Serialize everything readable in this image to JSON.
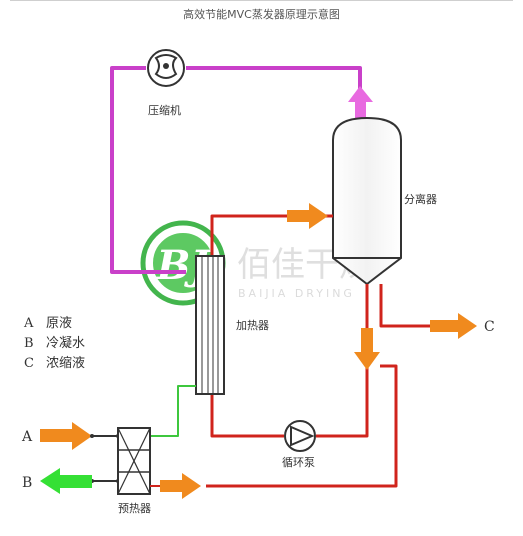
{
  "title": "高效节能MVC蒸发器原理示意图",
  "labels": {
    "compressor": "压缩机",
    "separator": "分离器",
    "heater": "加热器",
    "pump": "循环泵",
    "preheater": "预热器",
    "out_c": "C",
    "in_a": "A",
    "out_b": "B"
  },
  "legend": [
    {
      "key": "A",
      "text": "原液"
    },
    {
      "key": "B",
      "text": "冷凝水"
    },
    {
      "key": "C",
      "text": "浓缩液"
    }
  ],
  "watermark": {
    "logo_text": "BJ",
    "brand": "佰佳干燥",
    "brand_en": "BAIJIA DRYING"
  },
  "colors": {
    "vapor": "#c940c9",
    "vapor_arrow": "#e86ae0",
    "circulation": "#d0241c",
    "orange_arrow": "#f08a1e",
    "feed_line": "#3ec73e",
    "green_arrow": "#35e035",
    "logo_green": "#2fae3a",
    "line_dark": "#333333"
  }
}
